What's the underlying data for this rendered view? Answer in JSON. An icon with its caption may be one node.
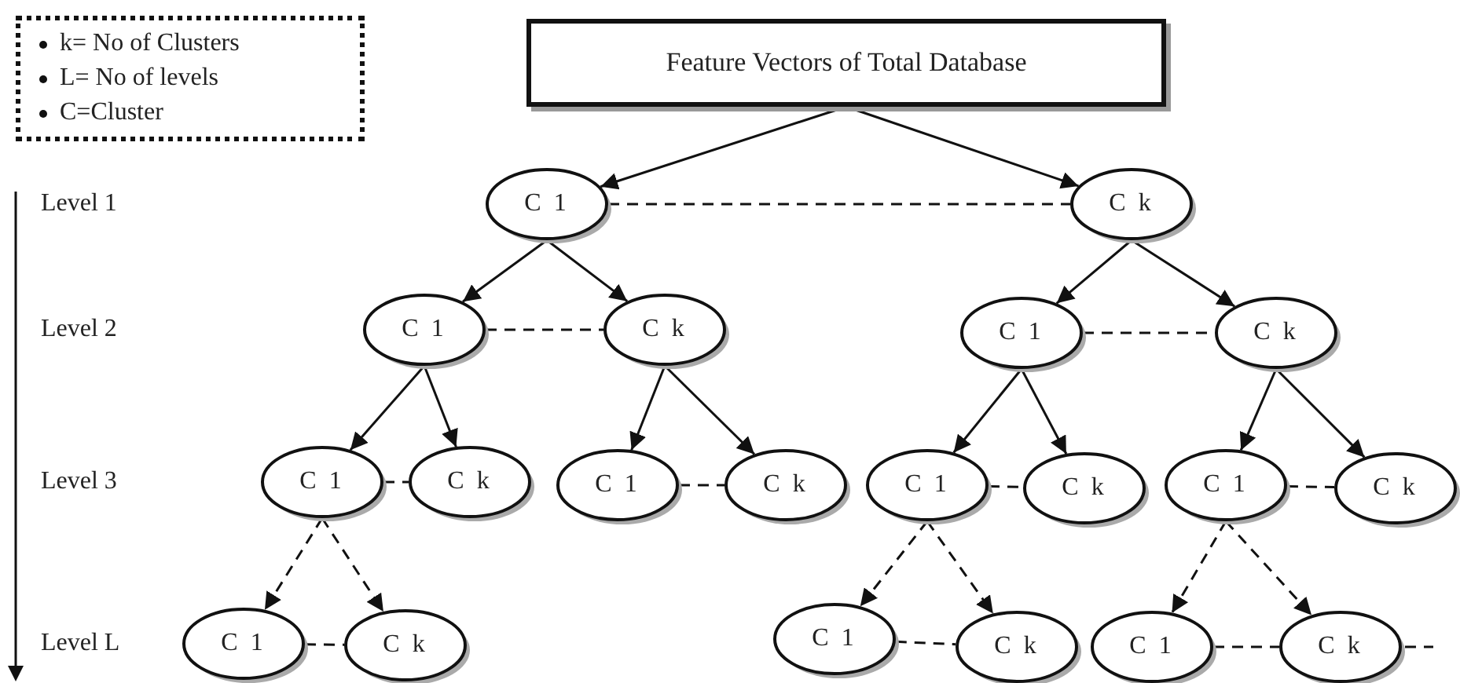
{
  "diagram": {
    "nodes": [
      {
        "text": [
          "k= No of Clusters",
          "L= No of levels",
          "C=Cluster"
        ]
      },
      {
        "text": [
          "Feature Vectors of Total Database"
        ]
      },
      {
        "text": [
          "C 1"
        ]
      },
      {
        "text": [
          "C k"
        ]
      },
      {
        "text": [
          "C 1"
        ]
      },
      {
        "text": [
          "C k"
        ]
      },
      {
        "text": [
          "C 1"
        ]
      },
      {
        "text": [
          "C k"
        ]
      },
      {
        "text": [
          "C 1"
        ]
      },
      {
        "text": [
          "C k"
        ]
      },
      {
        "text": [
          "C 1"
        ]
      },
      {
        "text": [
          "C k"
        ]
      },
      {
        "text": [
          "C 1"
        ]
      },
      {
        "text": [
          "C k"
        ]
      },
      {
        "text": [
          "C 1"
        ]
      },
      {
        "text": [
          "C k"
        ]
      },
      {
        "text": [
          "C 1"
        ]
      },
      {
        "text": [
          "C k"
        ]
      },
      {
        "text": [
          "C 1"
        ]
      },
      {
        "text": [
          "C k"
        ]
      },
      {
        "text": [
          "C 1"
        ]
      },
      {
        "text": [
          "C k"
        ]
      }
    ],
    "edges": [
      {
        "from": 1,
        "to": 2,
        "arrow": "to"
      },
      {
        "from": 1,
        "to": 3,
        "arrow": "to"
      },
      {
        "from": 2,
        "to": 3,
        "arrow": "none",
        "style": "dashed"
      },
      {
        "from": 2,
        "to": 4,
        "arrow": "to"
      },
      {
        "from": 2,
        "to": 5,
        "arrow": "to"
      },
      {
        "from": 4,
        "to": 5,
        "arrow": "none",
        "style": "dashed"
      },
      {
        "from": 3,
        "to": 6,
        "arrow": "to"
      },
      {
        "from": 3,
        "to": 7,
        "arrow": "to"
      },
      {
        "from": 6,
        "to": 7,
        "arrow": "none",
        "style": "dashed"
      },
      {
        "from": 4,
        "to": 8,
        "arrow": "to"
      },
      {
        "from": 4,
        "to": 9,
        "arrow": "to"
      },
      {
        "from": 8,
        "to": 9,
        "arrow": "none",
        "style": "dashed"
      },
      {
        "from": 5,
        "to": 10,
        "arrow": "to"
      },
      {
        "from": 5,
        "to": 11,
        "arrow": "to"
      },
      {
        "from": 10,
        "to": 11,
        "arrow": "none",
        "style": "dashed"
      },
      {
        "from": 6,
        "to": 12,
        "arrow": "to"
      },
      {
        "from": 6,
        "to": 13,
        "arrow": "to"
      },
      {
        "from": 12,
        "to": 13,
        "arrow": "none",
        "style": "dashed"
      },
      {
        "from": 7,
        "to": 14,
        "arrow": "to"
      },
      {
        "from": 7,
        "to": 15,
        "arrow": "to"
      },
      {
        "from": 14,
        "to": 15,
        "arrow": "none",
        "style": "dashed"
      },
      {
        "from": 8,
        "to": 16,
        "arrow": "to",
        "style": "dashed"
      },
      {
        "from": 8,
        "to": 17,
        "arrow": "to",
        "style": "dashed"
      },
      {
        "from": 16,
        "to": 17,
        "arrow": "none",
        "style": "dashed"
      },
      {
        "from": 12,
        "to": 18,
        "arrow": "to",
        "style": "dashed"
      },
      {
        "from": 12,
        "to": 19,
        "arrow": "to",
        "style": "dashed"
      },
      {
        "from": 18,
        "to": 19,
        "arrow": "none",
        "style": "dashed"
      },
      {
        "from": 14,
        "to": 20,
        "arrow": "to",
        "style": "dashed"
      },
      {
        "from": 14,
        "to": 21,
        "arrow": "to",
        "style": "dashed"
      },
      {
        "from": 20,
        "to": 21,
        "arrow": "none",
        "style": "dashed"
      },
      {
        "from": 21,
        "to": null,
        "arrow": "none",
        "style": "dashed"
      }
    ],
    "labels": [
      "Level 1",
      "Level 2",
      "Level 3",
      "Level L"
    ]
  }
}
